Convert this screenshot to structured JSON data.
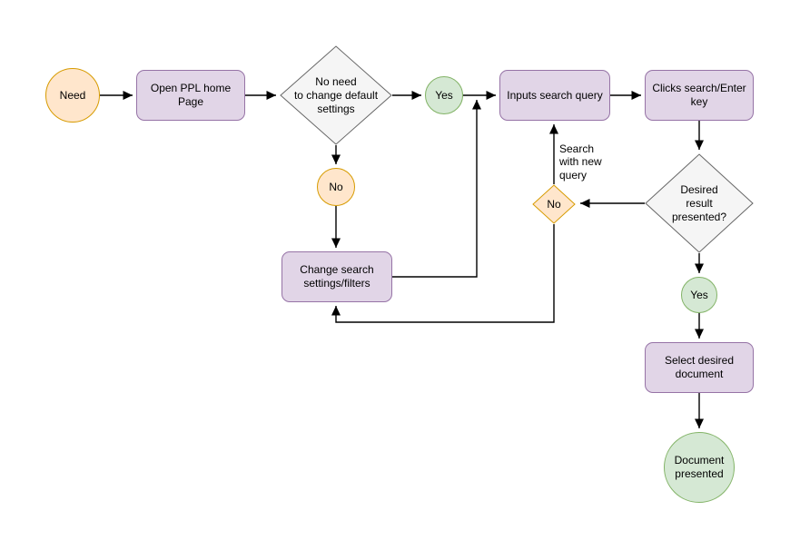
{
  "diagram": {
    "nodes": {
      "need": {
        "label": "Need",
        "shape": "ellipse",
        "color": "orange"
      },
      "open_home": {
        "label": "Open PPL home\nPage",
        "shape": "rounded-box",
        "color": "purple"
      },
      "no_need_decision": {
        "label": "No need\nto change default\nsettings",
        "shape": "diamond",
        "color": "gray"
      },
      "yes_default": {
        "label": "Yes",
        "shape": "ellipse",
        "color": "green"
      },
      "inputs_query": {
        "label": "Inputs search query",
        "shape": "rounded-box",
        "color": "purple"
      },
      "clicks_search": {
        "label": "Clicks search/Enter\nkey",
        "shape": "rounded-box",
        "color": "purple"
      },
      "no_default": {
        "label": "No",
        "shape": "ellipse",
        "color": "orange"
      },
      "change_settings": {
        "label": "Change search\nsettings/filters",
        "shape": "rounded-box",
        "color": "purple"
      },
      "no_result": {
        "label": "No",
        "shape": "diamond",
        "color": "orange"
      },
      "desired_result_decision": {
        "label": "Desired\nresult\npresented?",
        "shape": "diamond",
        "color": "gray"
      },
      "yes_result": {
        "label": "Yes",
        "shape": "ellipse",
        "color": "green"
      },
      "select_document": {
        "label": "Select desired\ndocument",
        "shape": "rounded-box",
        "color": "purple"
      },
      "document_presented": {
        "label": "Document\npresented",
        "shape": "ellipse",
        "color": "green"
      }
    },
    "edge_labels": {
      "search_with_new_query": "Search\nwith new\nquery"
    }
  },
  "colors": {
    "purple_fill": "#e1d5e7",
    "purple_stroke": "#9673a6",
    "orange_fill": "#ffe6cc",
    "orange_stroke": "#d79b00",
    "green_fill": "#d5e8d4",
    "green_stroke": "#82b366",
    "gray_fill": "#f5f5f5",
    "gray_stroke": "#666666",
    "edge_color": "#000000",
    "text_color": "#000000"
  }
}
